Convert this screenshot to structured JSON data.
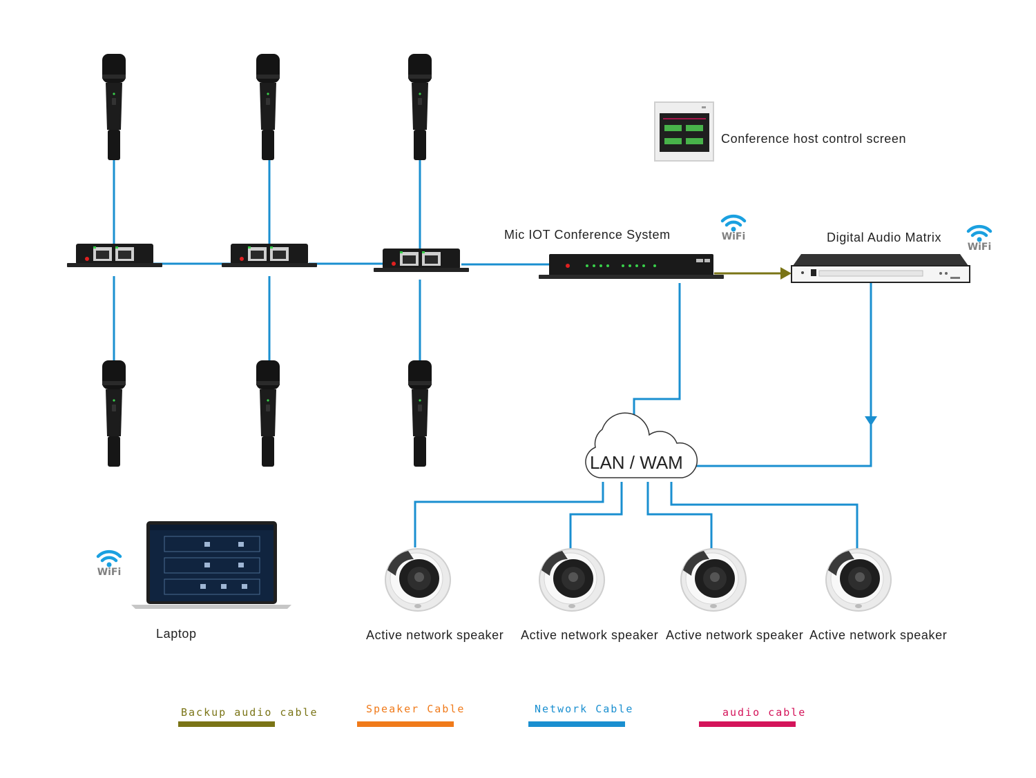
{
  "labels": {
    "control_screen": "Conference host control screen",
    "mic_iot": "Mic IOT Conference System",
    "matrix": "Digital Audio Matrix",
    "cloud": "LAN / WAM",
    "laptop": "Laptop",
    "speakers": [
      "Active network speaker",
      "Active network speaker",
      "Active network speaker",
      "Active network speaker"
    ]
  },
  "wifi_text": "WiFi",
  "legend": [
    {
      "label": "Backup audio cable",
      "color": "#7a7416"
    },
    {
      "label": "Speaker Cable",
      "color": "#f07a1a"
    },
    {
      "label": "Network Cable",
      "color": "#1a8fd0"
    },
    {
      "label": "audio cable",
      "color": "#d4145a"
    }
  ],
  "colors": {
    "network": "#1a8fd0",
    "backup_audio": "#7a7416",
    "wifi": "#1aa0e0"
  }
}
